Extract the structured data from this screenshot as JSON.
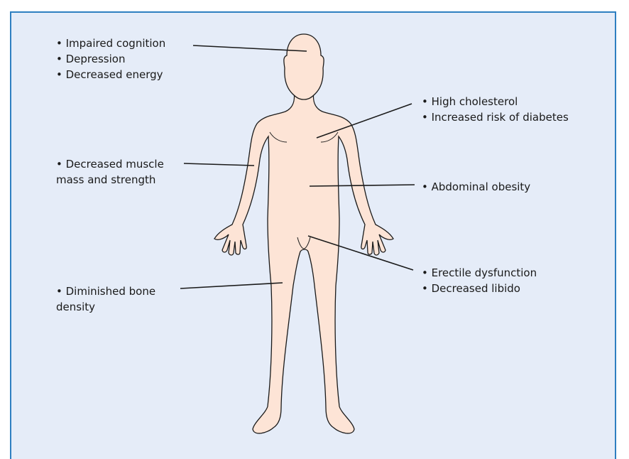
{
  "groups": {
    "head": [
      "• Impaired cognition",
      "• Depression",
      "• Decreased energy"
    ],
    "chest": [
      "• High cholesterol",
      "• Increased risk of diabetes"
    ],
    "arm": [
      "• Decreased muscle",
      "mass and strength"
    ],
    "abdomen": [
      "• Abdominal obesity"
    ],
    "groin": [
      "• Erectile dysfunction",
      "• Decreased libido"
    ],
    "leg": [
      "• Diminished bone",
      "density"
    ]
  },
  "colors": {
    "panel_background": "#e5ecf8",
    "panel_border": "#2e7fc1",
    "body_fill": "#fde4d6",
    "body_outline": "#1a1a1a"
  }
}
